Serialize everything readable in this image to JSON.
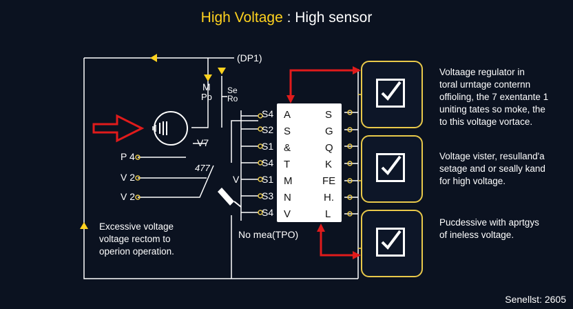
{
  "title": {
    "highlight": "High Voltage",
    "rest": ": High sensor"
  },
  "top_label": "(DP1)",
  "left_small": {
    "line1": "M",
    "line2": "Pp",
    "line3": "Se",
    "line4": "Ro"
  },
  "left_inputs": [
    "P 4",
    "V 2",
    "V 2"
  ],
  "mid_labels": {
    "v7": "V7",
    "m477": "477",
    "v": "V"
  },
  "row_labels": [
    "S4",
    "S2",
    "S1",
    "S4",
    "S1",
    "S3",
    "S4"
  ],
  "chip": {
    "left_pins": [
      "A",
      "S",
      "&",
      "T",
      "M",
      "N",
      "V"
    ],
    "right_pins": [
      "S",
      "G",
      "Q",
      "K",
      "FE",
      "H.",
      "L"
    ]
  },
  "chip_caption": "No mea(TPO)",
  "left_note": "Excessive voltage\nvoltage rectom to\noperion operation.",
  "notes": [
    "Voltaage regulator in\ntoral urntage conternn\noffioling, the 7 exentante 1\nuniting tates so moke, the\nto this voltage vortace.",
    "Voltage vister, resulland'a\nsetage and or seally kand\nfor high voltage.",
    "Pucdessive with aprtgys\nof ineless voltage."
  ],
  "footer": "Senellst: 2605",
  "colors": {
    "accent": "#ffd21f",
    "red": "#e01b1b",
    "gold": "#e9c94a",
    "bg": "#0b1220"
  },
  "icons": [
    "lamp-icon",
    "check-icon",
    "arrow-icon"
  ]
}
